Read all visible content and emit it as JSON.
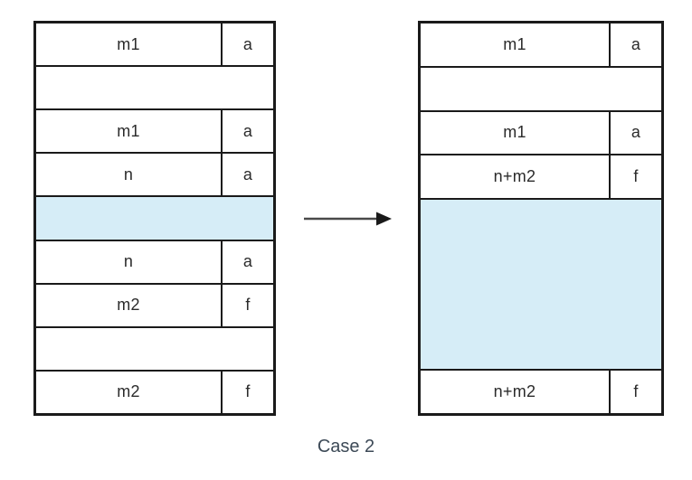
{
  "caption": "Case 2",
  "colors": {
    "free_fill": "#d6edf7",
    "border": "#1a1a1a",
    "text": "#2b2b2b",
    "caption_text": "#3d4a57",
    "arrow_line": "#4a4a4a",
    "arrow_head": "#1a1a1a"
  },
  "left_box": {
    "rows": [
      {
        "type": "cells",
        "label": "m1",
        "tag": "a",
        "h": 1
      },
      {
        "type": "blank",
        "h": 1
      },
      {
        "type": "cells",
        "label": "m1",
        "tag": "a",
        "h": 1
      },
      {
        "type": "cells",
        "label": "n",
        "tag": "a",
        "h": 1
      },
      {
        "type": "free",
        "h": 1
      },
      {
        "type": "cells",
        "label": "n",
        "tag": "a",
        "h": 1
      },
      {
        "type": "cells",
        "label": "m2",
        "tag": "f",
        "h": 1
      },
      {
        "type": "blank",
        "h": 1
      },
      {
        "type": "cells",
        "label": "m2",
        "tag": "f",
        "h": 1
      }
    ]
  },
  "right_box": {
    "rows": [
      {
        "type": "cells",
        "label": "m1",
        "tag": "a",
        "h": 1
      },
      {
        "type": "blank",
        "h": 1
      },
      {
        "type": "cells",
        "label": "m1",
        "tag": "a",
        "h": 1
      },
      {
        "type": "cells",
        "label": "n+m2",
        "tag": "f",
        "h": 1
      },
      {
        "type": "free",
        "h": 4
      },
      {
        "type": "cells",
        "label": "n+m2",
        "tag": "f",
        "h": 1
      }
    ]
  }
}
